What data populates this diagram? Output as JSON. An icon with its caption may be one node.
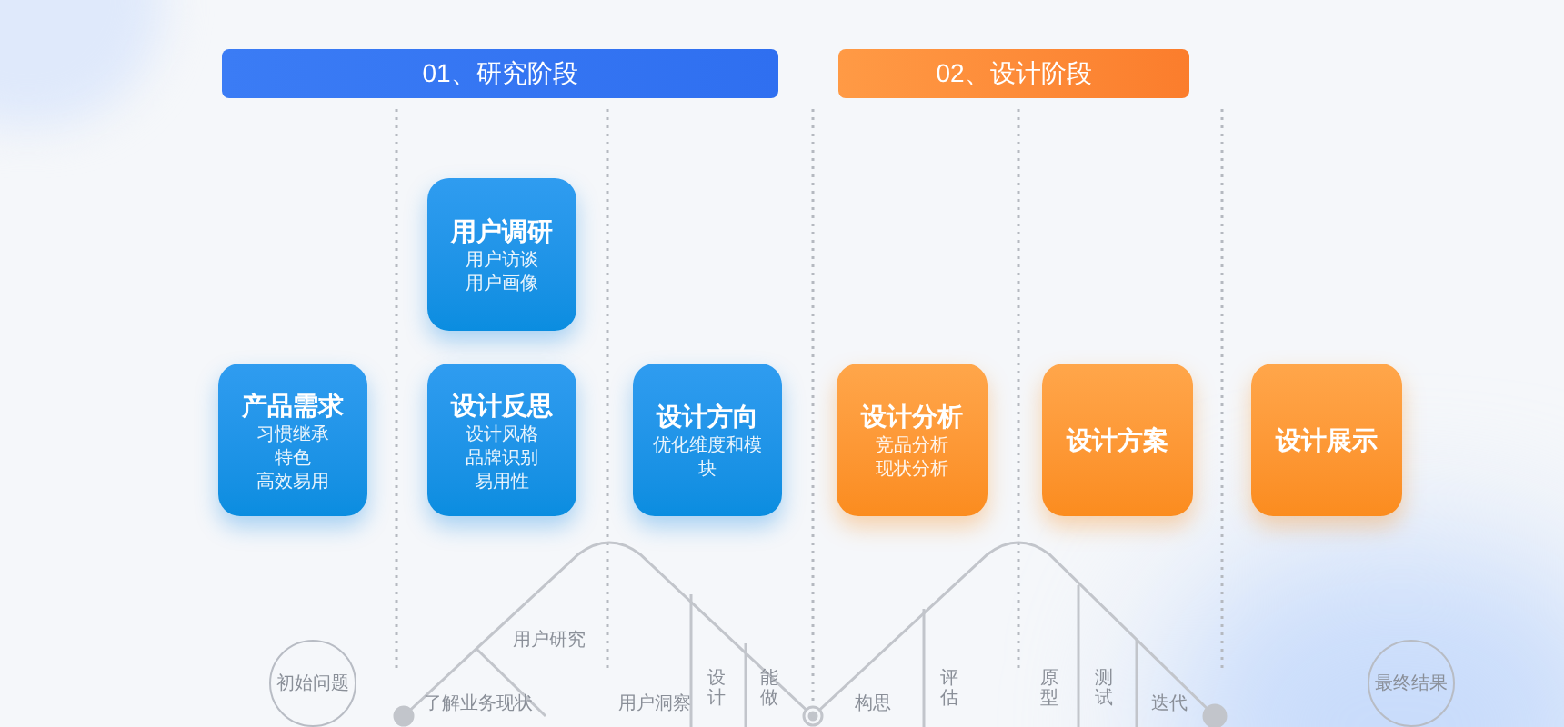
{
  "diagram": {
    "nodes": [
      {
        "text": [
          "01、研究阶段"
        ]
      },
      {
        "text": [
          "02、设计阶段"
        ]
      },
      {
        "text": [
          "用户调研",
          "用户访谈",
          "用户画像"
        ]
      },
      {
        "text": [
          "产品需求",
          "习惯继承",
          "特色",
          "高效易用"
        ]
      },
      {
        "text": [
          "设计反思",
          "设计风格",
          "品牌识别",
          "易用性"
        ]
      },
      {
        "text": [
          "设计方向",
          "优化维度和模块"
        ]
      },
      {
        "text": [
          "设计分析",
          "竞品分析",
          "现状分析"
        ]
      },
      {
        "text": [
          "设计方案"
        ]
      },
      {
        "text": [
          "设计展示"
        ]
      },
      {
        "text": [
          "初始问题"
        ]
      },
      {
        "text": [
          "最终结果"
        ]
      }
    ],
    "edges": [],
    "labels": [
      "用户研究",
      "了解业务现状",
      "用户洞察",
      "设计",
      "能做",
      "构思",
      "评估",
      "原型",
      "测试",
      "迭代"
    ]
  }
}
